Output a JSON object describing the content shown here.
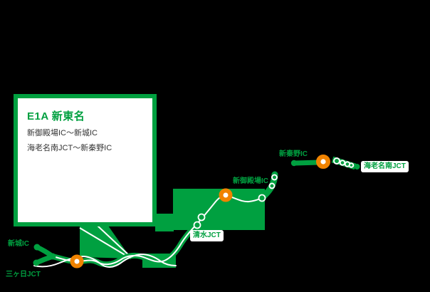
{
  "colors": {
    "route_green": "#00a040",
    "highlight_orange": "#f08300",
    "label_green": "#00a040",
    "body_text": "#333333",
    "background": "#000000",
    "chip_background": "#ffffff"
  },
  "info_box": {
    "title": "E1A 新東名",
    "section1": "新御殿場IC〜新城IC",
    "section2": "海老名南JCT〜新秦野IC"
  },
  "labels": {
    "shinshiro_ic": "新城IC",
    "mikkabi_jct": "三ヶ日JCT",
    "shimizu_jct": "清水JCT",
    "shin_gotemba_ic": "新御殿場IC",
    "shin_hadano_ic": "新秦野IC",
    "ebina_minami_jct": "海老名南JCT"
  }
}
